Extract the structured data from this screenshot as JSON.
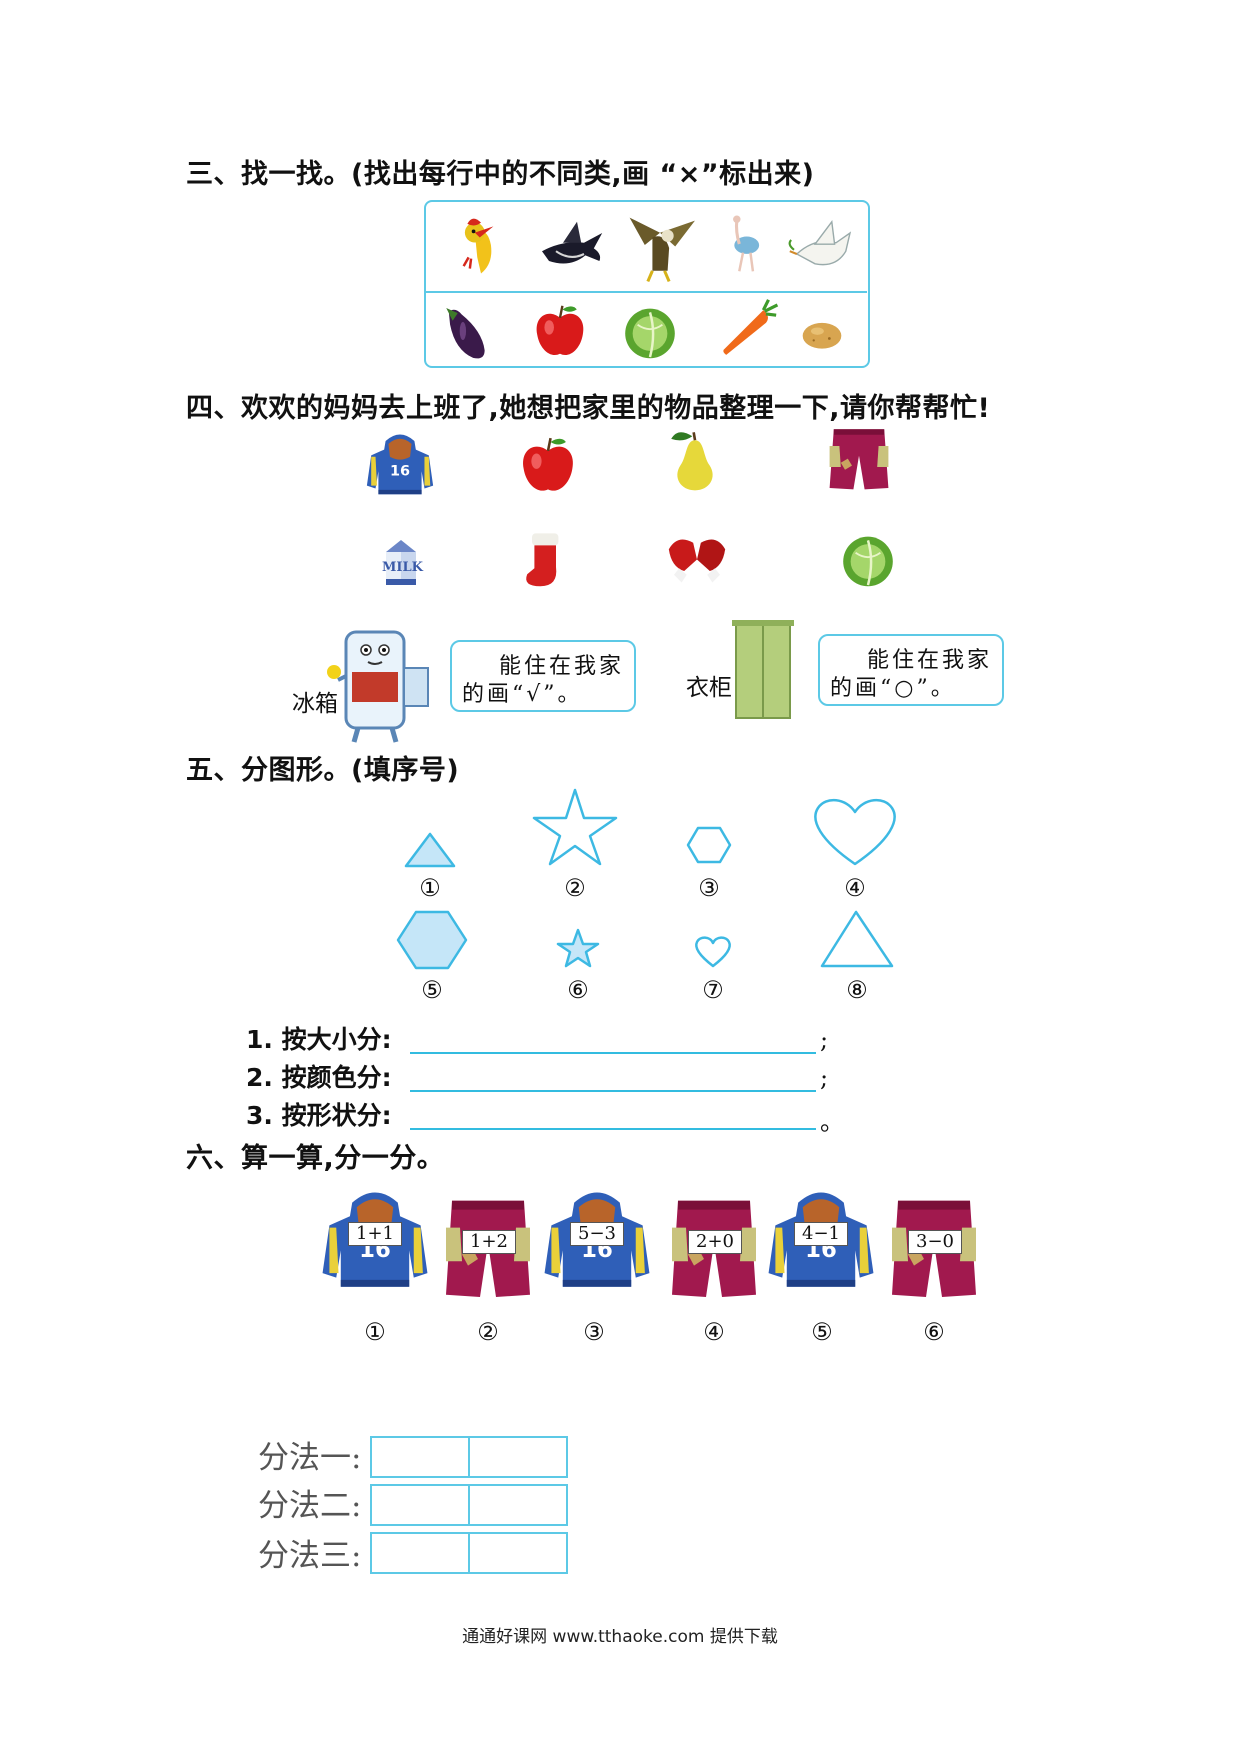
{
  "section3": {
    "title": "三、找一找。(找出每行中的不同类,画 “×”标出来)",
    "row1_items": [
      "parrot-icon",
      "swallow-icon",
      "eagle-icon",
      "ostrich-icon",
      "dove-icon"
    ],
    "row2_items": [
      "eggplant-icon",
      "apple-icon",
      "cabbage-icon",
      "carrot-icon",
      "potato-icon"
    ]
  },
  "section4": {
    "title": "四、欢欢的妈妈去上班了,她想把家里的物品整理一下,请你帮帮忙!",
    "items": [
      "hoodie-icon",
      "apple-icon",
      "pear-icon",
      "shorts-icon",
      "milk-carton-icon",
      "stocking-icon",
      "gloves-icon",
      "cabbage-icon"
    ],
    "milk_text": "MILK",
    "fridge": {
      "label": "冰箱",
      "bubble_line1": "能住在我家",
      "bubble_line2": "的画“√”。"
    },
    "wardrobe": {
      "label": "衣柜",
      "bubble_line1": "能住在我家",
      "bubble_line2": "的画“○”。"
    }
  },
  "section5": {
    "title": "五、分图形。(填序号)",
    "shapes": [
      {
        "n": "①",
        "shape": "triangle-small-filled"
      },
      {
        "n": "②",
        "shape": "star-big-outline"
      },
      {
        "n": "③",
        "shape": "hexagon-small-outline"
      },
      {
        "n": "④",
        "shape": "heart-big-outline"
      },
      {
        "n": "⑤",
        "shape": "hexagon-big-filled"
      },
      {
        "n": "⑥",
        "shape": "star-small-filled"
      },
      {
        "n": "⑦",
        "shape": "heart-small-outline"
      },
      {
        "n": "⑧",
        "shape": "triangle-big-outline"
      }
    ],
    "questions": [
      {
        "label": "1. 按大小分:",
        "end": ";"
      },
      {
        "label": "2. 按颜色分:",
        "end": ";"
      },
      {
        "label": "3. 按形状分:",
        "end": "。"
      }
    ],
    "fill_color": "#c5e6f8",
    "stroke_color": "#3db9e3"
  },
  "section6": {
    "title": "六、算一算,分一分。",
    "items": [
      {
        "n": "①",
        "type": "hoodie",
        "expr": "1+1"
      },
      {
        "n": "②",
        "type": "shorts",
        "expr": "1+2"
      },
      {
        "n": "③",
        "type": "hoodie",
        "expr": "5−3"
      },
      {
        "n": "④",
        "type": "shorts",
        "expr": "2+0"
      },
      {
        "n": "⑤",
        "type": "hoodie",
        "expr": "4−1"
      },
      {
        "n": "⑥",
        "type": "shorts",
        "expr": "3−0"
      }
    ],
    "methods": [
      "分法一:",
      "分法二:",
      "分法三:"
    ]
  },
  "footer": "通通好课网 www.tthaoke.com 提供下载"
}
